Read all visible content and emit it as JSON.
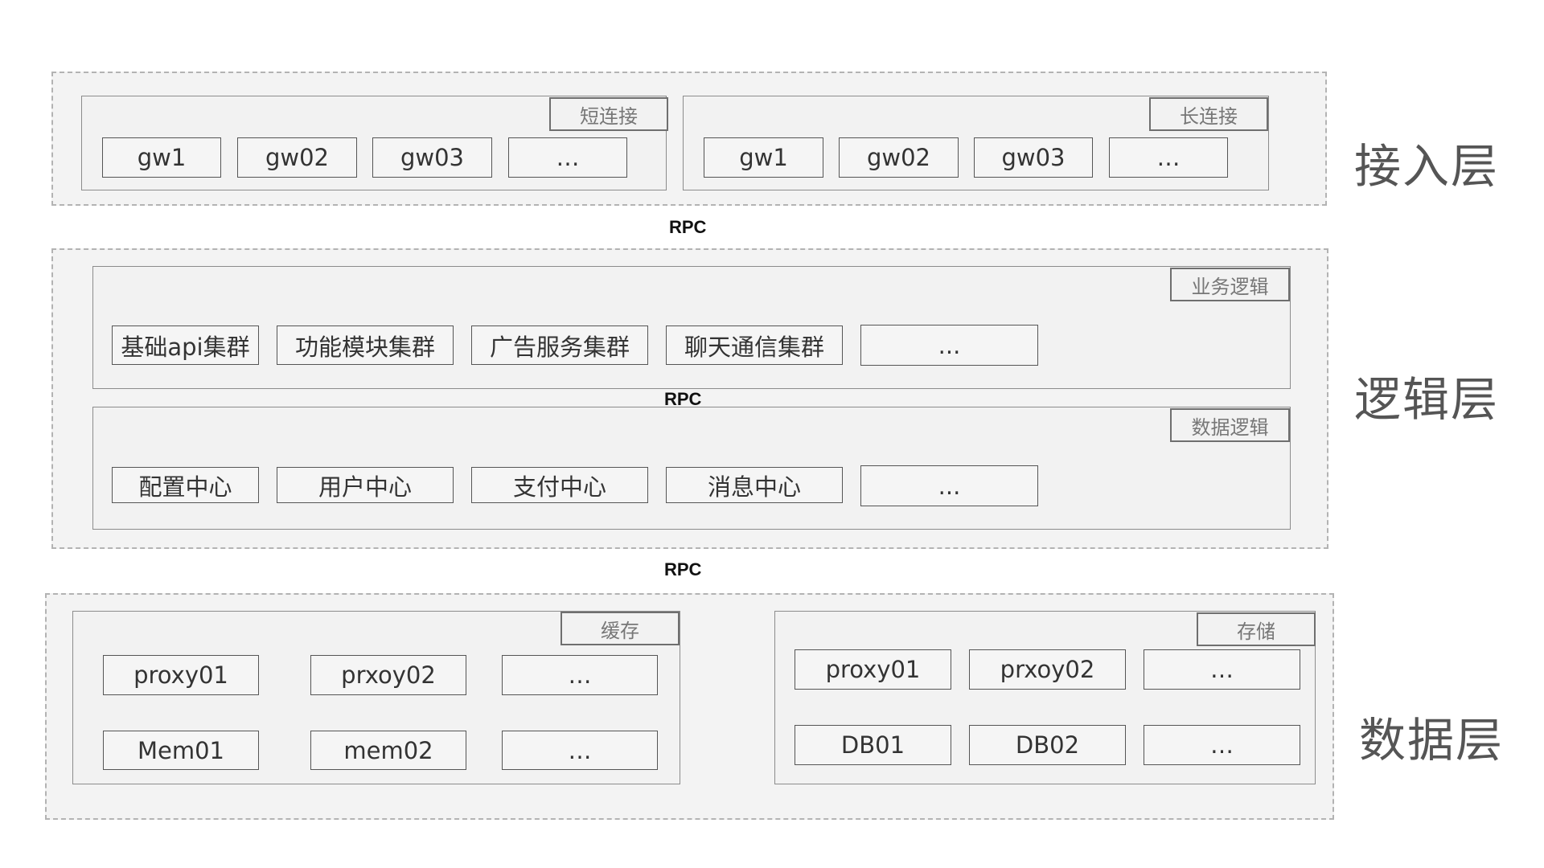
{
  "access_layer": {
    "label": "接入层",
    "short_conn": {
      "tag": "短连接",
      "nodes": [
        "gw1",
        "gw02",
        "gw03",
        "…"
      ]
    },
    "long_conn": {
      "tag": "长连接",
      "nodes": [
        "gw1",
        "gw02",
        "gw03",
        "…"
      ]
    }
  },
  "rpc_labels": [
    "RPC",
    "RPC",
    "RPC"
  ],
  "logic_layer": {
    "label": "逻辑层",
    "business": {
      "tag": "业务逻辑",
      "nodes": [
        "基础api集群",
        "功能模块集群",
        "广告服务集群",
        "聊天通信集群",
        "..."
      ]
    },
    "data": {
      "tag": "数据逻辑",
      "nodes": [
        "配置中心",
        "用户中心",
        "支付中心",
        "消息中心",
        "..."
      ]
    }
  },
  "data_layer": {
    "label": "数据层",
    "cache": {
      "tag": "缓存",
      "row1": [
        "proxy01",
        "prxoy02",
        "…"
      ],
      "row2": [
        "Mem01",
        "mem02",
        "…"
      ]
    },
    "storage": {
      "tag": "存储",
      "row1": [
        "proxy01",
        "prxoy02",
        "…"
      ],
      "row2": [
        "DB01",
        "DB02",
        "…"
      ]
    }
  }
}
